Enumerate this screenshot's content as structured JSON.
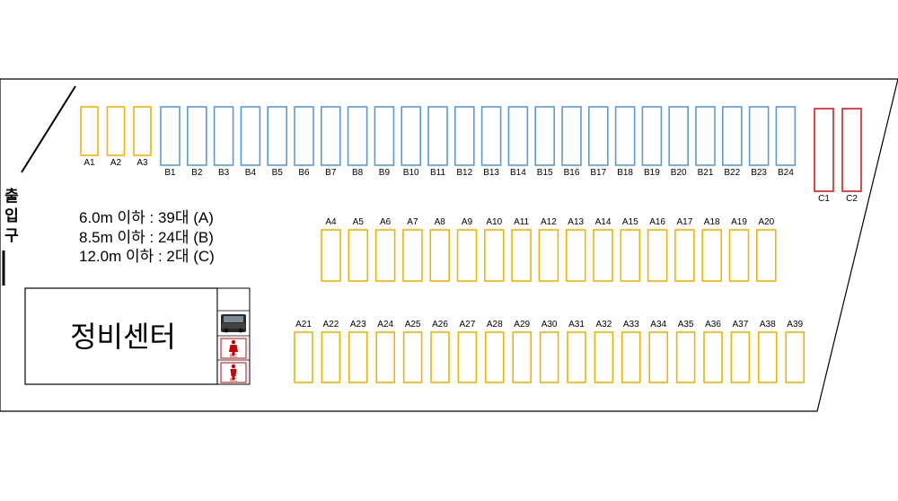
{
  "entrance": {
    "label_chars": [
      "출",
      "입",
      "구"
    ]
  },
  "legend": {
    "lines": [
      "6.0m 이하 : 39대 (A)",
      "8.5m 이하 : 24대 (B)",
      "12.0m 이하 : 2대 (C)"
    ]
  },
  "service_center": {
    "label": "정비센터"
  },
  "restroom": {
    "label": "WC"
  },
  "colors": {
    "outline": "#000000",
    "slot_a": "#f2b400",
    "slot_b": "#5b9bd5",
    "slot_c": "#e01b1b",
    "restroom_red": "#cc0000"
  },
  "icons": [
    "forklift-icon",
    "restroom-icon"
  ],
  "rows": {
    "top_a": [
      "A1",
      "A2",
      "A3"
    ],
    "top_b": [
      "B1",
      "B2",
      "B3",
      "B4",
      "B5",
      "B6",
      "B7",
      "B8",
      "B9",
      "B10",
      "B11",
      "B12",
      "B13",
      "B14",
      "B15",
      "B16",
      "B17",
      "B18",
      "B19",
      "B20",
      "B21",
      "B22",
      "B23",
      "B24"
    ],
    "top_c": [
      "C1",
      "C2"
    ],
    "middle_a": [
      "A4",
      "A5",
      "A6",
      "A7",
      "A8",
      "A9",
      "A10",
      "A11",
      "A12",
      "A13",
      "A14",
      "A15",
      "A16",
      "A17",
      "A18",
      "A19",
      "A20"
    ],
    "bottom_a": [
      "A21",
      "A22",
      "A23",
      "A24",
      "A25",
      "A26",
      "A27",
      "A28",
      "A29",
      "A30",
      "A31",
      "A32",
      "A33",
      "A34",
      "A35",
      "A36",
      "A37",
      "A38",
      "A39"
    ]
  }
}
